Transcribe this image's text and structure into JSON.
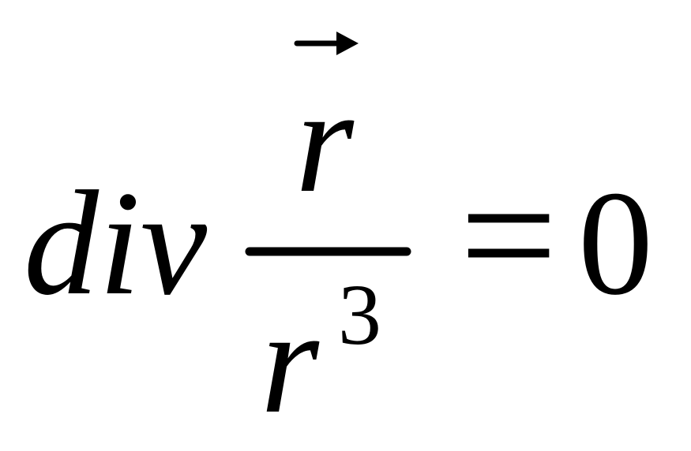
{
  "formula": {
    "operator": "div",
    "numerator": "r",
    "denominator_base": "r",
    "denominator_exponent": "3",
    "equals": "=",
    "result": "0"
  },
  "colors": {
    "ink": "#000000",
    "background": "#ffffff"
  },
  "icons": {
    "vector_arrow": "right-arrow-icon"
  }
}
